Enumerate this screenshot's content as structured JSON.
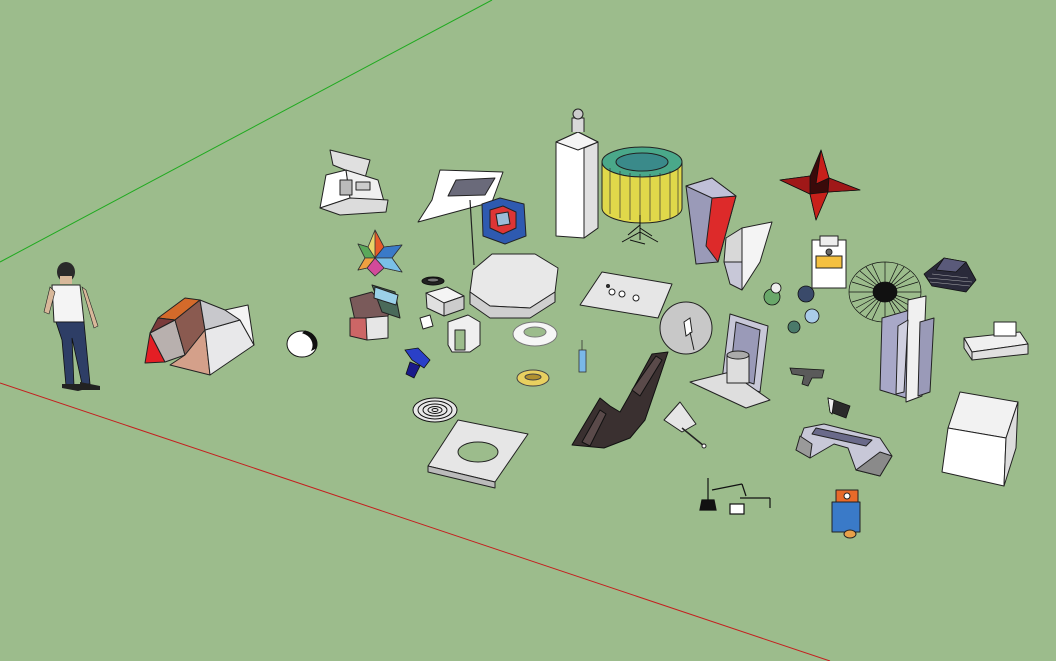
{
  "viewport": {
    "background_color": "#9cbc8c",
    "green_axis_color": "#1faa1f",
    "red_axis_color": "#c41e1e"
  },
  "scene": {
    "objects": [
      "human-figure",
      "faceted-polyhedron-model",
      "cylinder-drum",
      "folded-machine-model",
      "star-polyhedron",
      "cut-block-model",
      "flag-on-pole",
      "open-cube-frame",
      "octagonal-prism",
      "small-boxes",
      "torus-ring",
      "tall-box-tower",
      "circular-fence-pavilion",
      "tree",
      "wedge-block",
      "four-point-star",
      "flat-plate-with-dots",
      "dish-disk",
      "wavy-ribbon-sculpture",
      "mirror-stand",
      "pin-spinner",
      "twisted-panel",
      "lampshade-cylinder",
      "wire-sphere",
      "stepped-pyramid",
      "polyhedra-balls",
      "tall-folded-panels",
      "bench-slab",
      "white-box",
      "arch-bridge",
      "robot-figure",
      "desk-lamp-model",
      "plate-with-hole",
      "spiral-disk",
      "donut-ring",
      "small-blue-model",
      "gun-model",
      "shuttlecock"
    ]
  }
}
